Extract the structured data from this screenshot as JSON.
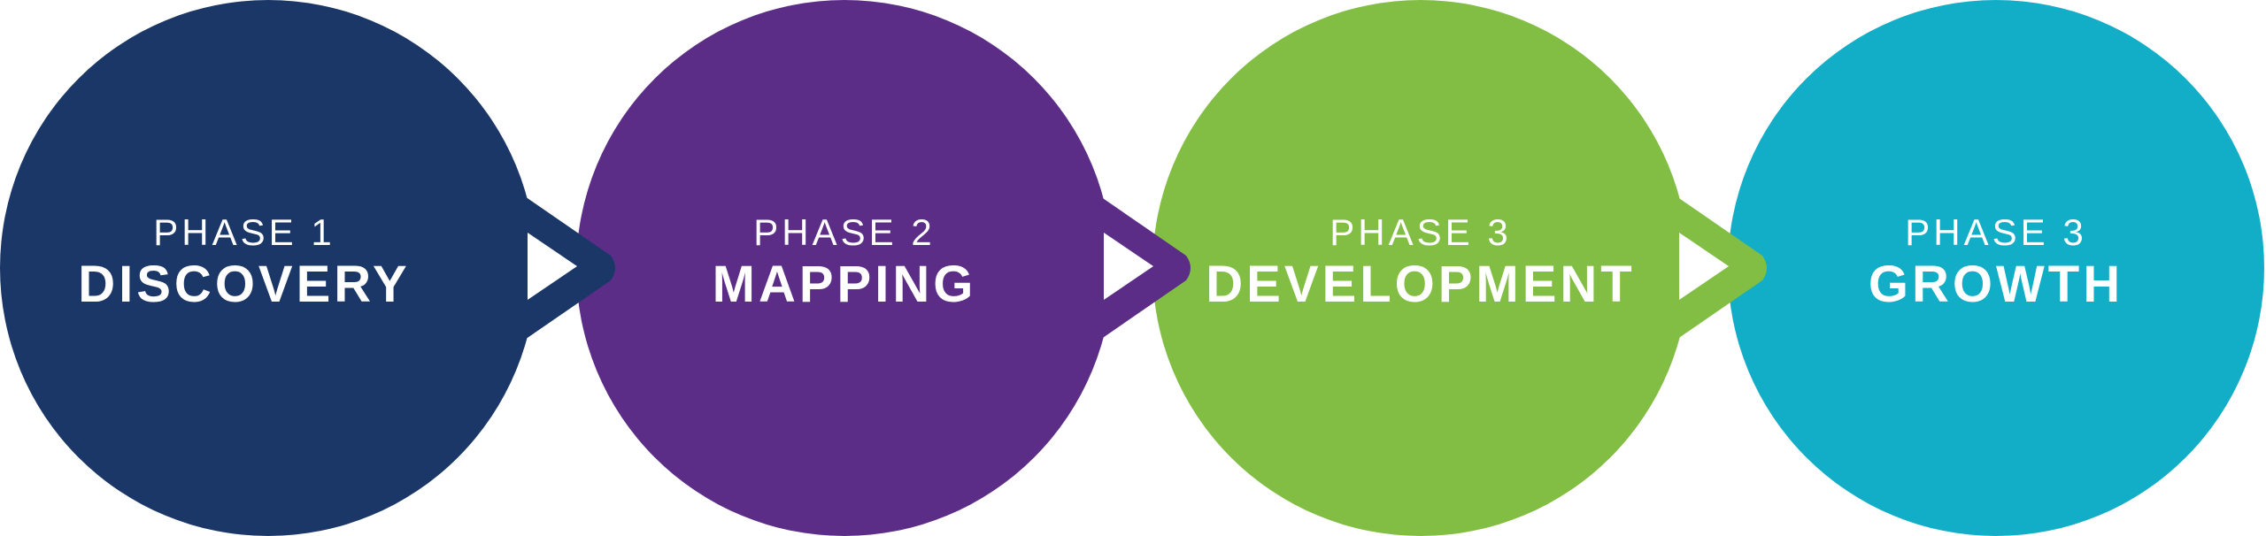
{
  "phases": [
    {
      "label": "PHASE 1",
      "name": "DISCOVERY",
      "color": "#1b3768"
    },
    {
      "label": "PHASE 2",
      "name": "MAPPING",
      "color": "#5c2d87"
    },
    {
      "label": "PHASE 3",
      "name": "DEVELOPMENT",
      "color": "#82be43"
    },
    {
      "label": "PHASE 3",
      "name": "GROWTH",
      "color": "#12aec7"
    }
  ],
  "arrow_color": "#ffffff"
}
